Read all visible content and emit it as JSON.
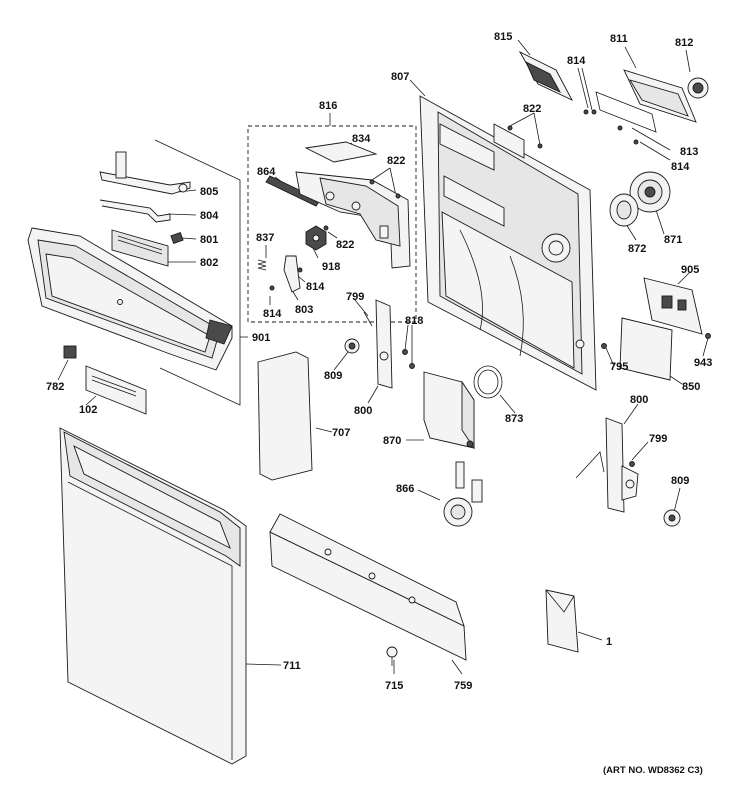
{
  "colors": {
    "ink": "#111111",
    "background": "#ffffff",
    "part_fill": "#f4f4f4"
  },
  "labels": {
    "p815": "815",
    "p811": "811",
    "p812": "812",
    "p814a": "814",
    "p807": "807",
    "p822a": "822",
    "p816": "816",
    "p834": "834",
    "p822b": "822",
    "p864": "864",
    "p813": "813",
    "p814b": "814",
    "p805": "805",
    "p804": "804",
    "p801": "801",
    "p802": "802",
    "p837": "837",
    "p822c": "822",
    "p918": "918",
    "p814c": "814",
    "p814d": "814",
    "p803": "803",
    "p872": "872",
    "p871": "871",
    "p905": "905",
    "p799a": "799",
    "p818": "818",
    "p901": "901",
    "p782": "782",
    "p809a": "809",
    "p795": "795",
    "p943": "943",
    "p102": "102",
    "p850": "850",
    "p800a": "800",
    "p873": "873",
    "p707": "707",
    "p870": "870",
    "p800b": "800",
    "p799b": "799",
    "p866": "866",
    "p809b": "809",
    "p1": "1",
    "p711": "711",
    "p715": "715",
    "p759": "759"
  },
  "art_number": "(ART NO. WD8362 C3)"
}
